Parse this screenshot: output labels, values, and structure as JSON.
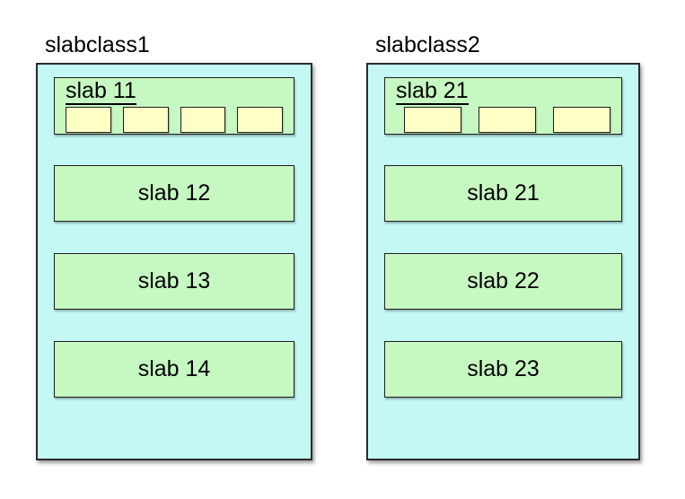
{
  "slabclasses": [
    {
      "title": "slabclass1",
      "header_slab": {
        "label": "slab 11",
        "chunk_count": 4
      },
      "slabs": [
        "slab 12",
        "slab 13",
        "slab 14"
      ]
    },
    {
      "title": "slabclass2",
      "header_slab": {
        "label": "slab 21",
        "chunk_count": 3
      },
      "slabs": [
        "slab 21",
        "slab 22",
        "slab 23"
      ]
    }
  ],
  "colors": {
    "background": "#ffffff",
    "container_fill": "#c4f8f4",
    "slab_fill": "#c6f8c2",
    "chunk_fill": "#ffffc6",
    "border": "#1f1f1f",
    "text": "#000000"
  }
}
